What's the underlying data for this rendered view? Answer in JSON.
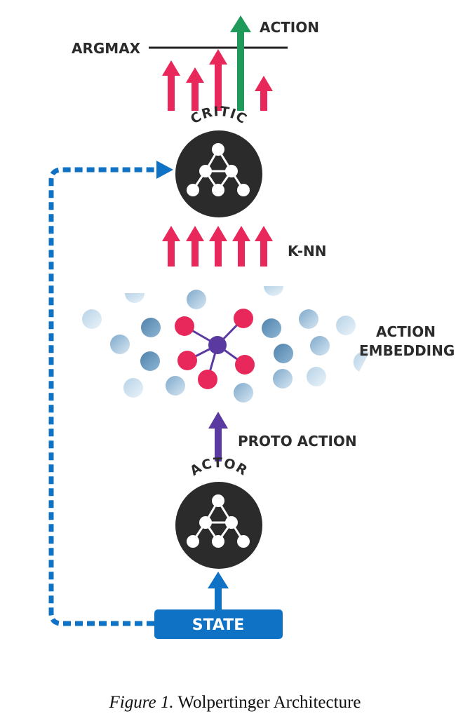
{
  "labels": {
    "argmax": "ARGMAX",
    "action": "ACTION",
    "critic": "CRITIC",
    "knn": "K-NN",
    "action_embedding_line1": "ACTION",
    "action_embedding_line2": "EMBEDDING",
    "proto_action": "PROTO ACTION",
    "actor": "ACTOR",
    "state": "STATE"
  },
  "caption": {
    "figure_label": "Figure 1.",
    "title": "Wolpertinger Architecture"
  },
  "colors": {
    "red": "#e8285a",
    "green": "#1f9a5a",
    "purple": "#5a3aa0",
    "blue": "#0f72c4",
    "dark": "#2b2b2b",
    "steel": "#5e8fb6"
  },
  "icons": {
    "network": "neural-network-icon",
    "arrow": "arrow-up-icon",
    "loop": "dashed-feedback-arrow-icon"
  }
}
